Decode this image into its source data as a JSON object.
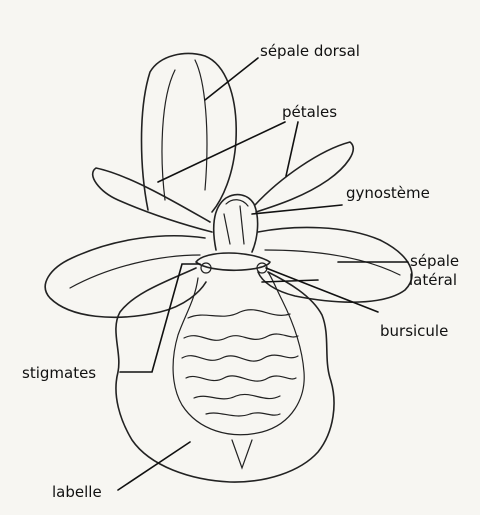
{
  "labels": {
    "sepale_dorsal": "sépale dorsal",
    "petales": "pétales",
    "gynosteme": "gynostème",
    "sepale_lateral_1": "sépale",
    "sepale_lateral_2": "latéral",
    "bursicule": "bursicule",
    "stigmates": "stigmates",
    "labelle": "labelle"
  }
}
